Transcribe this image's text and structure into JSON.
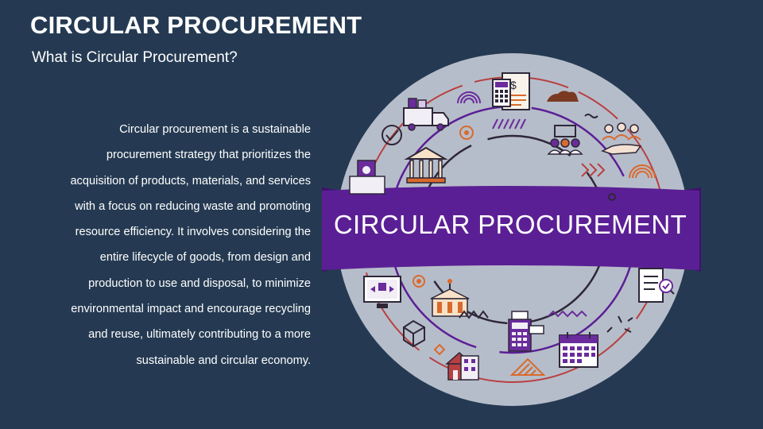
{
  "slide": {
    "title": "CIRCULAR PROCUREMENT",
    "subtitle": "What is Circular Procurement?",
    "body_lines": [
      "Circular procurement is a sustainable",
      "procurement strategy that prioritizes the",
      "acquisition of products, materials, and services",
      "with a focus on reducing waste and promoting",
      "resource efficiency. It involves considering the",
      "entire lifecycle of goods, from design and",
      "production to use and disposal, to minimize",
      "environmental impact and encourage recycling",
      "and reuse, ultimately contributing to a more",
      "sustainable and circular economy."
    ]
  },
  "graphic": {
    "banner_label": "CIRCULAR PROCUREMENT",
    "icons": [
      "delivery-truck-icon",
      "invoice-icon",
      "calculator-icon",
      "dirt-pile-icon",
      "semicircle-arcs-icon",
      "checkmark-circle-icon",
      "target-icon",
      "team-meeting-icon",
      "hand-people-icon",
      "bank-icon",
      "cash-machine-icon",
      "arrows-icon",
      "computer-monitor-icon",
      "auction-building-icon",
      "cube-icon",
      "diamond-icon",
      "house-icon",
      "payment-terminal-icon",
      "calendar-icon",
      "triangle-icon",
      "checklist-icon",
      "zigzag-icon",
      "sparkle-icon"
    ],
    "colors": {
      "background": "#253a52",
      "disc": "#b6bdca",
      "banner": "#5b1f95",
      "banner_fold": "#3f116b",
      "accent_purple": "#6a2c9c",
      "accent_orange": "#d96a2c",
      "accent_red": "#b84040",
      "dark": "#2e2738"
    }
  }
}
